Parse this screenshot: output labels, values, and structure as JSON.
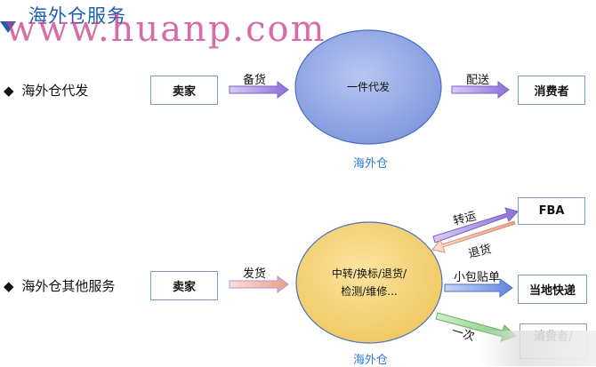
{
  "title": "海外仓服务",
  "watermark": "www.huanp.com",
  "section1": {
    "bullet": "◆",
    "label": "海外仓代发",
    "seller_box": "卖家",
    "arrow_in_label": "备货",
    "circle_text": "一件代发",
    "circle_caption": "海外仓",
    "arrow_out_label": "配送",
    "consumer_box": "消费者"
  },
  "section2": {
    "bullet": "◆",
    "label": "海外仓其他服务",
    "seller_box": "卖家",
    "arrow_in_label": "发货",
    "circle_text_line1": "中转/换标/退货/",
    "circle_text_line2": "检测/维修...",
    "circle_caption": "海外仓",
    "arrow_transfer_label": "转运",
    "arrow_return_label": "退货",
    "fba_box": "FBA",
    "arrow_parcel_label": "小包贴单",
    "local_box": "当地快递",
    "arrow_bottom_label": "一次",
    "consumer_box": "消费者/"
  },
  "colors": {
    "title_blue": "#1a5fb4",
    "circle1_blue": "#93a8e6",
    "circle2_yellow": "#f4d47c",
    "arrow_purple": "#8d6fd8",
    "arrow_blue": "#6b8fe0",
    "arrow_pink": "#e79a78",
    "arrow_green": "#8fd48a"
  }
}
